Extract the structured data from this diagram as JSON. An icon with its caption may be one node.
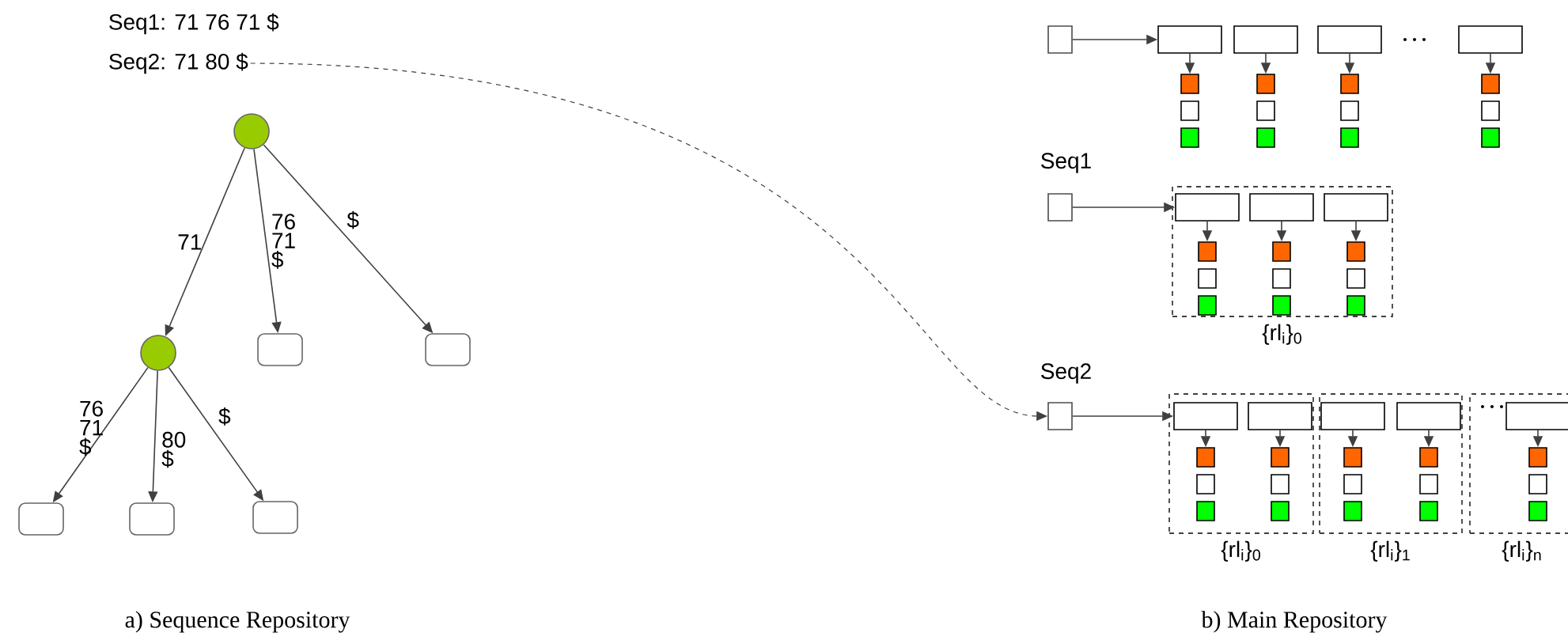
{
  "diagram": {
    "nodes": [
      {
        "text": [
          "Seq2: 71 80 $"
        ]
      },
      {
        "text": [],
        "shape": "circle"
      },
      {
        "text": [],
        "shape": "circle"
      },
      {
        "text": [],
        "shape": "box"
      },
      {
        "text": [],
        "shape": "box"
      },
      {
        "text": [],
        "shape": "box"
      },
      {
        "text": [],
        "shape": "box"
      },
      {
        "text": [],
        "shape": "box"
      },
      {
        "text": [],
        "shape": "box"
      },
      {
        "text": [],
        "shape": "box"
      },
      {
        "text": [],
        "shape": "box"
      },
      {
        "text": [],
        "shape": "box"
      },
      {
        "text": [],
        "shape": "box"
      },
      {
        "text": [],
        "shape": "box"
      },
      {
        "text": [],
        "shape": "box"
      },
      {
        "text": [],
        "shape": "box"
      },
      {
        "text": [],
        "shape": "box"
      },
      {
        "text": [],
        "shape": "box"
      },
      {
        "text": [
          "{rl$_{i}$}$_{0}$"
        ]
      },
      {
        "text": [],
        "shape": "box",
        "in": 18
      },
      {
        "text": [],
        "shape": "box",
        "in": 18
      },
      {
        "text": [],
        "shape": "box",
        "in": 18
      },
      {
        "text": [],
        "shape": "box",
        "in": 18
      },
      {
        "text": [],
        "shape": "box",
        "in": 18
      },
      {
        "text": [],
        "shape": "box",
        "in": 18
      },
      {
        "text": [],
        "shape": "box"
      },
      {
        "text": [
          "{rl$_{i}$}$_{0}$"
        ]
      },
      {
        "text": [
          "{rl$_{i}$}$_{1}$"
        ]
      },
      {
        "text": [
          "{rl$_{i}$}$_{n}$"
        ]
      },
      {
        "text": [],
        "shape": "box",
        "in": 26
      },
      {
        "text": [],
        "shape": "box",
        "in": 26
      },
      {
        "text": [],
        "shape": "box",
        "in": 27
      },
      {
        "text": [],
        "shape": "box",
        "in": 27
      },
      {
        "text": [],
        "shape": "box",
        "in": 28
      },
      {
        "text": [],
        "shape": "box",
        "in": 26
      },
      {
        "text": [],
        "shape": "box",
        "in": 26
      },
      {
        "text": [],
        "shape": "box",
        "in": 27
      },
      {
        "text": [],
        "shape": "box",
        "in": 27
      },
      {
        "text": [],
        "shape": "box",
        "in": 28
      }
    ],
    "edges": [
      {
        "from": 0,
        "to": 25,
        "arrow": "to",
        "style": "dashed"
      },
      {
        "from": 1,
        "to": 2,
        "arrow": "to",
        "label": "71"
      },
      {
        "from": 1,
        "to": 3,
        "arrow": "to",
        "label": "76 71 $"
      },
      {
        "from": 1,
        "to": 4,
        "arrow": "to",
        "label": "$"
      },
      {
        "from": 2,
        "to": 5,
        "arrow": "to",
        "label": "76 71 $"
      },
      {
        "from": 2,
        "to": 6,
        "arrow": "to",
        "label": "80 $"
      },
      {
        "from": 2,
        "to": 7,
        "arrow": "to",
        "label": "$"
      },
      {
        "from": 8,
        "to": 9,
        "arrow": "to"
      },
      {
        "from": 17,
        "to": 19,
        "arrow": "to"
      },
      {
        "from": 25,
        "to": 29,
        "arrow": "to"
      },
      {
        "from": 9,
        "to": 13,
        "arrow": "to"
      },
      {
        "from": 10,
        "to": 14,
        "arrow": "to"
      },
      {
        "from": 11,
        "to": 15,
        "arrow": "to"
      },
      {
        "from": 12,
        "to": 16,
        "arrow": "to"
      },
      {
        "from": 19,
        "to": 22,
        "arrow": "to"
      },
      {
        "from": 20,
        "to": 23,
        "arrow": "to"
      },
      {
        "from": 21,
        "to": 24,
        "arrow": "to"
      },
      {
        "from": 29,
        "to": 34,
        "arrow": "to"
      },
      {
        "from": 30,
        "to": 35,
        "arrow": "to"
      },
      {
        "from": 31,
        "to": 36,
        "arrow": "to"
      },
      {
        "from": 32,
        "to": 37,
        "arrow": "to"
      },
      {
        "from": 33,
        "to": 38,
        "arrow": "to"
      }
    ],
    "labels": [
      "Seq1: 71 76 71 $",
      "Seq1",
      "Seq2",
      "a) Sequence Repository",
      "b) Main Repository"
    ]
  }
}
